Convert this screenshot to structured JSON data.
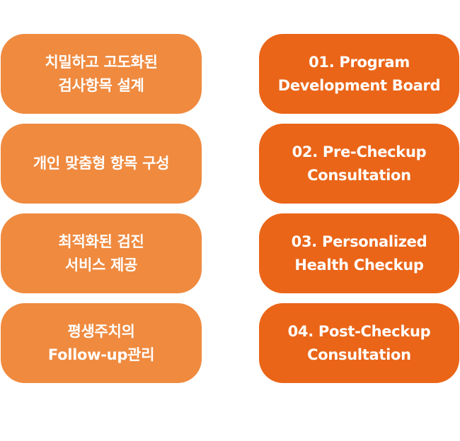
{
  "left_cards": [
    {
      "text": "치밀하고 고도화된\n검사항목 설계"
    },
    {
      "text": "개인 맞춤형 항목 구성"
    },
    {
      "text": "최적화된 검진\n서비스 제공"
    },
    {
      "text": "평생주치의\nFollow-up관리"
    }
  ],
  "right_cards": [
    {
      "text": "01. Program\nDevelopment Board"
    },
    {
      "text": "02. Pre-Checkup\nConsultation"
    },
    {
      "text": "03. Personalized\nHealth Checkup"
    },
    {
      "text": "04. Post-Checkup\nConsultation"
    }
  ],
  "colors": {
    "left_card_bg": "#ef8a3f",
    "right_card_bg": "#ea6518",
    "text": "#ffffff"
  }
}
